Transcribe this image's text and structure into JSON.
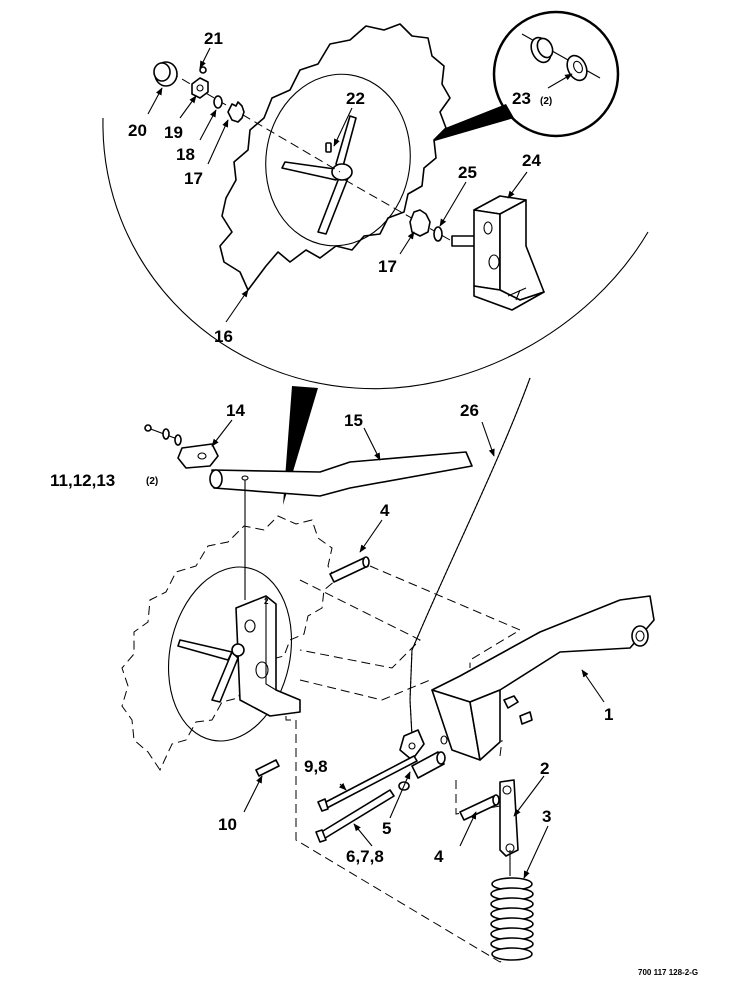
{
  "figure": {
    "reference_code": "700 117 128-2-G"
  },
  "callouts": {
    "p1": "1",
    "p2": "2",
    "p3": "3",
    "p4a": "4",
    "p4b": "4",
    "p5": "5",
    "p678": "6,7,8",
    "p98": "9,8",
    "p10": "10",
    "p111213": "11,12,13",
    "p111213_qty": "(2)",
    "p14": "14",
    "p15": "15",
    "p16": "16",
    "p17a": "17",
    "p17b": "17",
    "p18": "18",
    "p19": "19",
    "p20": "20",
    "p21": "21",
    "p22": "22",
    "p23": "23",
    "p23_qty": "(2)",
    "p24": "24",
    "p25": "25",
    "p26": "26"
  }
}
